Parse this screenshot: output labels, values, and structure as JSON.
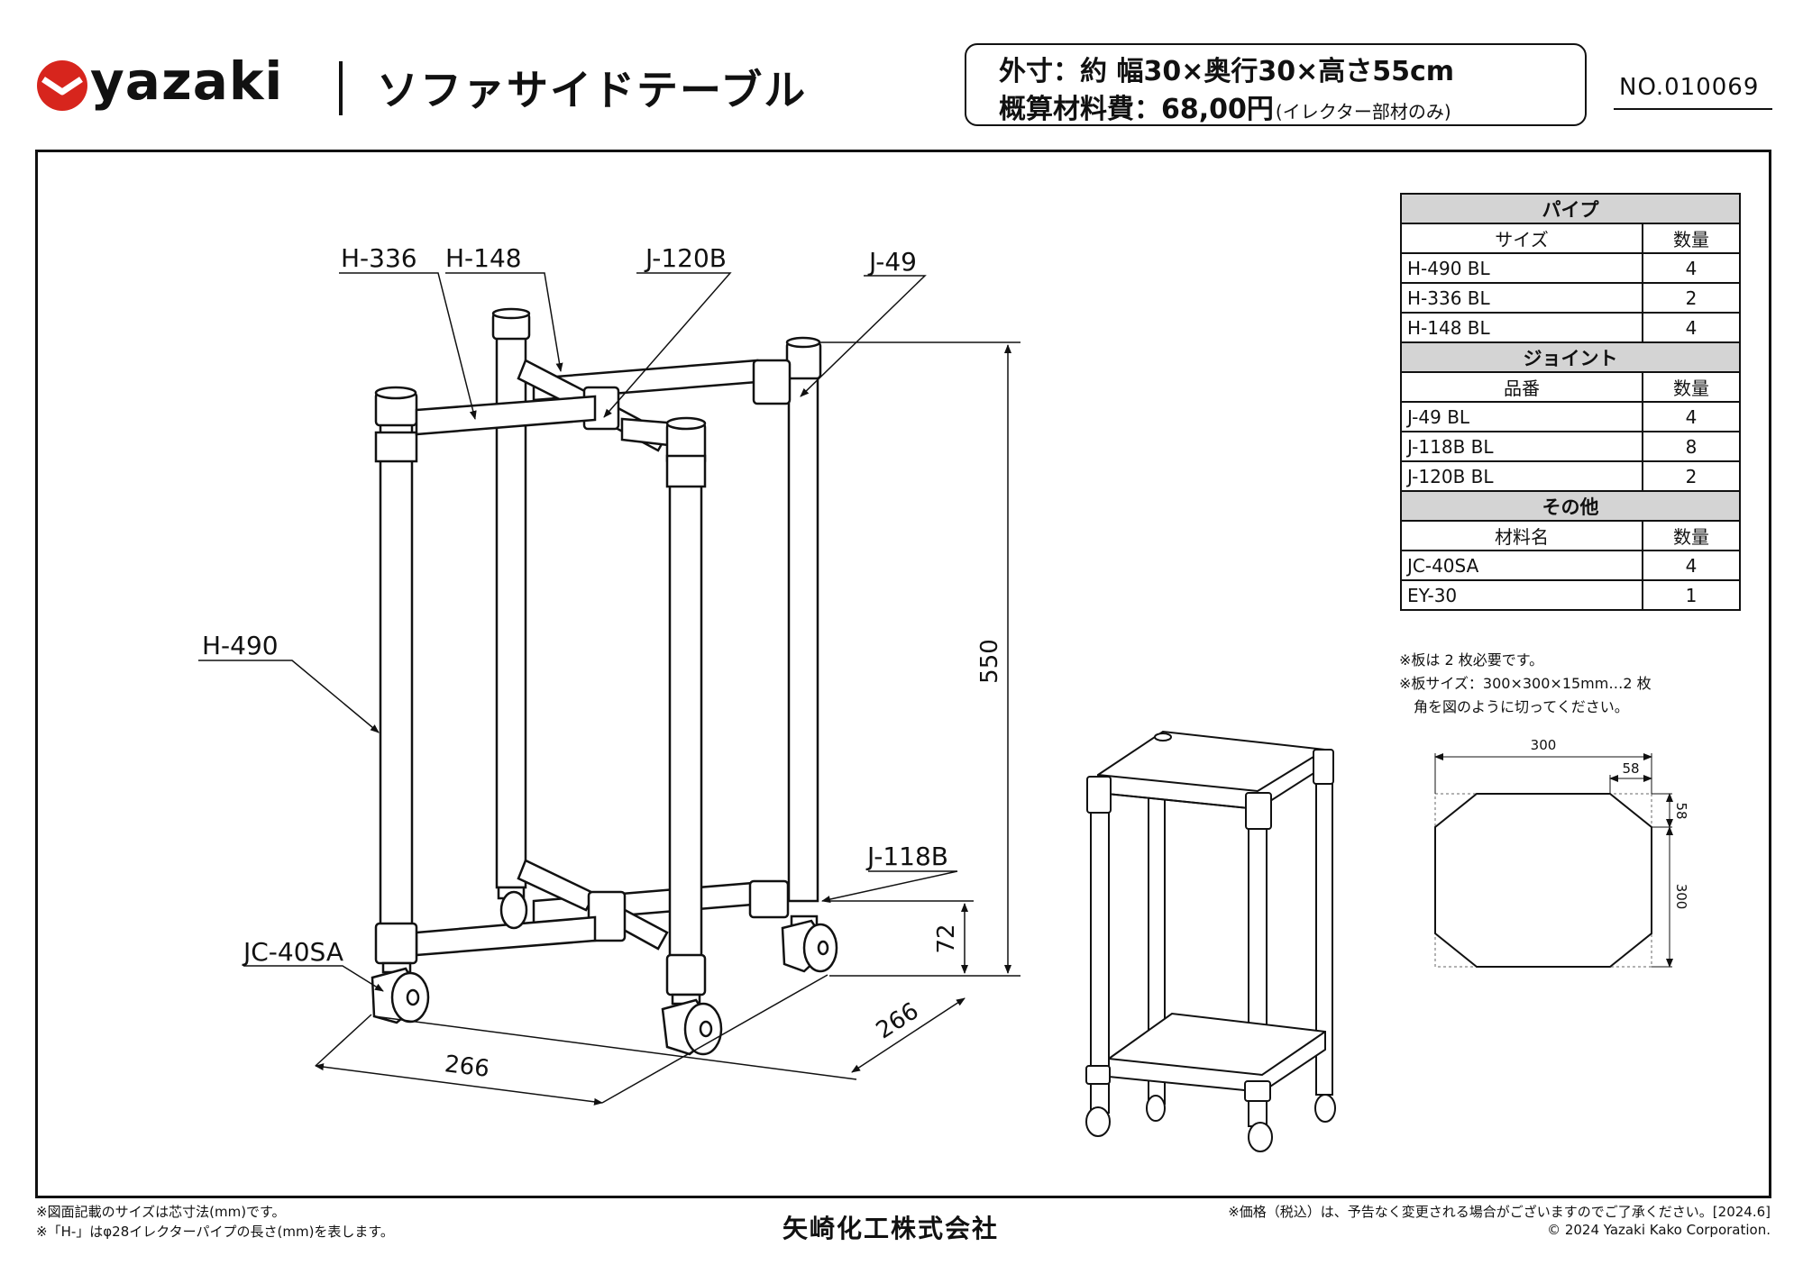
{
  "header": {
    "logo_text": "yazaki",
    "title": "ソファサイドテーブル",
    "spec_dimensions": "外寸：約 幅30×奥行30×高さ55cm",
    "spec_cost": "概算材料費：68,00円",
    "spec_cost_note": "(イレクター部材のみ)",
    "doc_number": "NO.010069"
  },
  "diagram": {
    "labels": {
      "h336": "H-336",
      "h148": "H-148",
      "j120b": "J-120B",
      "j49": "J-49",
      "h490": "H-490",
      "j118b": "J-118B",
      "jc40sa": "JC-40SA"
    },
    "dimensions": {
      "height": "550",
      "caster_height": "72",
      "width": "266",
      "depth": "266"
    }
  },
  "parts_table": {
    "pipe_section": "パイプ",
    "pipe_col_name": "サイズ",
    "pipe_col_qty": "数量",
    "pipes": [
      {
        "name": "H-490 BL",
        "qty": "4"
      },
      {
        "name": "H-336 BL",
        "qty": "2"
      },
      {
        "name": "H-148 BL",
        "qty": "4"
      }
    ],
    "joint_section": "ジョイント",
    "joint_col_name": "品番",
    "joint_col_qty": "数量",
    "joints": [
      {
        "name": "J-49 BL",
        "qty": "4"
      },
      {
        "name": "J-118B BL",
        "qty": "8"
      },
      {
        "name": "J-120B BL",
        "qty": "2"
      }
    ],
    "other_section": "その他",
    "other_col_name": "材料名",
    "other_col_qty": "数量",
    "others": [
      {
        "name": "JC-40SA",
        "qty": "4"
      },
      {
        "name": "EY-30",
        "qty": "1"
      }
    ]
  },
  "board": {
    "notes": "※板は 2 枚必要です。\n※板サイズ：300×300×15mm…2 枚\n　角を図のように切ってください。",
    "width": "300",
    "corner_h": "58",
    "corner_v": "58",
    "height": "300"
  },
  "footer": {
    "note1": "※図面記載のサイズは芯寸法(mm)です。",
    "note2": "※「H-」はφ28イレクターパイプの長さ(mm)を表します。",
    "company": "矢崎化工株式会社",
    "price_note": "※価格（税込）は、予告なく変更される場合がございますのでご了承ください。[2024.6]",
    "copyright": "© 2024 Yazaki Kako  Corporation."
  },
  "colors": {
    "logo_red": "#d7251d",
    "line": "#111111",
    "section_bg": "#d4d4d4"
  }
}
